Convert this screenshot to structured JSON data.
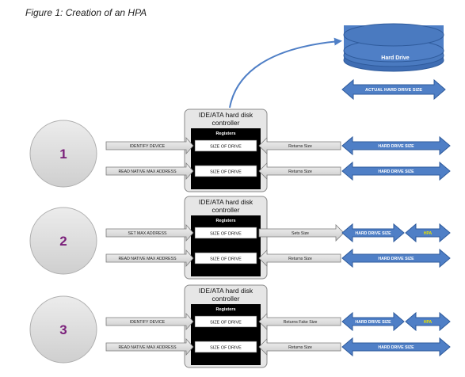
{
  "caption": "Figure 1: Creation of an HPA",
  "drive": {
    "label": "Hard Drive",
    "actual_size_label": "ACTUAL HARD DRIVE SIZE"
  },
  "controller": {
    "title_line1": "IDE/ATA hard disk",
    "title_line2": "controller",
    "registers_label": "Registers",
    "register_label": "SIZE OF DRIVE"
  },
  "stages": [
    {
      "number": "1",
      "commands": [
        {
          "command": "IDENTIFY DEVICE",
          "response": "Returns Size",
          "result": "HARD DRIVE SIZE",
          "hpa": ""
        },
        {
          "command": "READ NATIVE MAX ADDRESS",
          "response": "Returns Size",
          "result": "HARD DRIVE SIZE",
          "hpa": ""
        }
      ]
    },
    {
      "number": "2",
      "commands": [
        {
          "command": "SET MAX ADDRESS",
          "response": "Sets Size",
          "result": "HARD DRIVE SIZE",
          "hpa": "HPA"
        },
        {
          "command": "READ NATIVE MAX ADDRESS",
          "response": "Returns Size",
          "result": "HARD DRIVE SIZE",
          "hpa": ""
        }
      ]
    },
    {
      "number": "3",
      "commands": [
        {
          "command": "IDENTIFY DEVICE",
          "response": "Returns Fake Size",
          "result": "HARD DRIVE SIZE",
          "hpa": "HPA"
        },
        {
          "command": "READ NATIVE MAX ADDRESS",
          "response": "Returns Size",
          "result": "HARD DRIVE SIZE",
          "hpa": ""
        }
      ]
    }
  ],
  "colors": {
    "blue": "#4f7fc6",
    "blue_dark": "#2f5b9c",
    "circle_fill": "#dcdcdc",
    "number": "#7a1f7a",
    "hpa_text": "#e8e200"
  }
}
